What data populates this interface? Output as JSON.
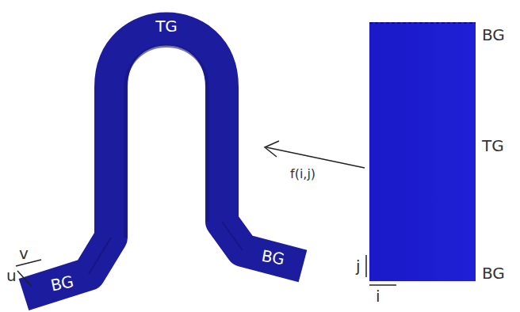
{
  "diagram": {
    "labels": [
      "TG",
      "v",
      "u",
      "BG",
      "BG",
      "BG",
      "TG",
      "BG",
      "j",
      "i",
      "f(i,j)"
    ]
  }
}
